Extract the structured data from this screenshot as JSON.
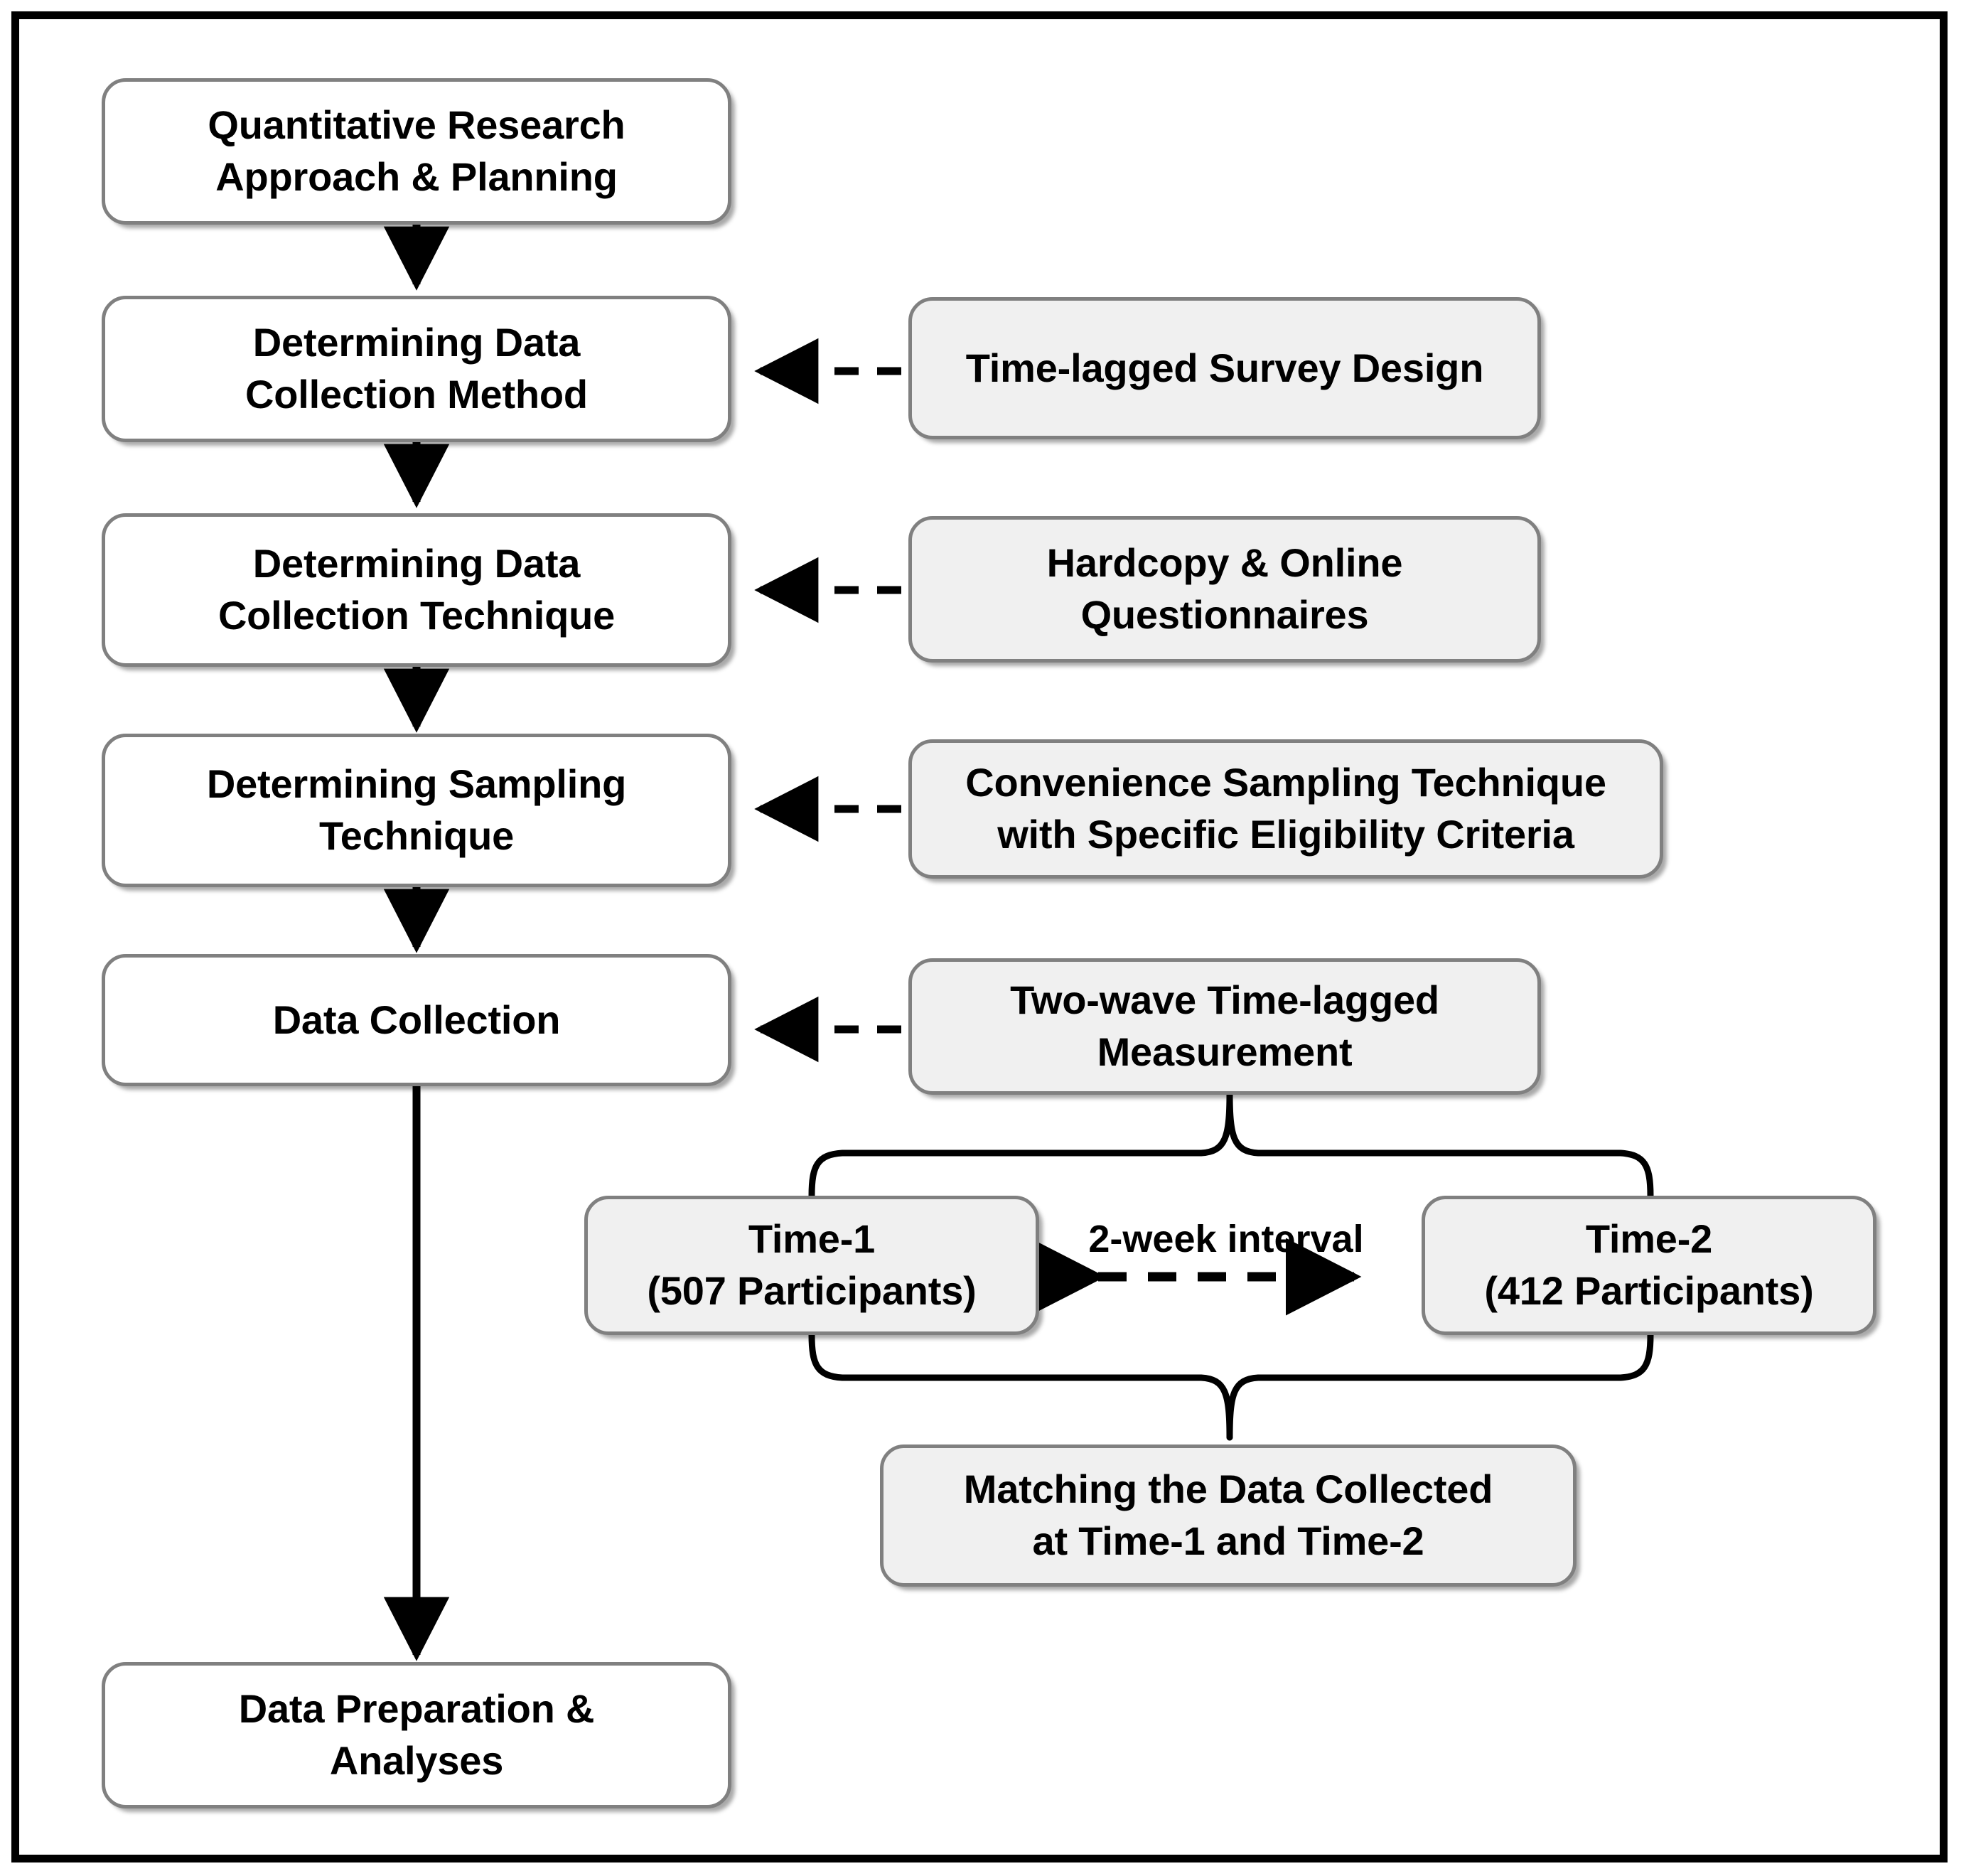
{
  "figure": {
    "type": "flowchart",
    "title": "Quantitative research data collection process flowchart",
    "border_color": "#000000",
    "node_border_color": "#808080",
    "note_fill": "#f0f0f0",
    "primary_fill": "#ffffff",
    "connector_color": "#000000"
  },
  "nodes": {
    "approach": {
      "label": "Quantitative Research\nApproach & Planning"
    },
    "method": {
      "label": "Determining Data\nCollection Method"
    },
    "technique": {
      "label": "Determining Data\nCollection Technique"
    },
    "sampling": {
      "label": "Determining Sampling\nTechnique"
    },
    "collection": {
      "label": "Data Collection"
    },
    "preparation": {
      "label": "Data Preparation &\nAnalyses"
    },
    "survey_design": {
      "label": "Time-lagged Survey Design"
    },
    "questionnaires": {
      "label": "Hardcopy & Online\nQuestionnaires"
    },
    "convenience": {
      "label": "Convenience Sampling Technique\nwith Specific Eligibility Criteria"
    },
    "two_wave": {
      "label": "Two-wave Time-lagged\nMeasurement"
    },
    "time1": {
      "label": "Time-1\n(507 Participants)"
    },
    "time2": {
      "label": "Time-2\n(412 Participants)"
    },
    "matching": {
      "label": "Matching the Data Collected\nat Time-1 and Time-2"
    }
  },
  "edge_labels": {
    "interval": "2-week interval"
  },
  "chart_data": {
    "type": "diagram",
    "title": "Quantitative Research Process",
    "steps": [
      "Quantitative Research Approach & Planning",
      "Determining Data Collection Method",
      "Determining Data Collection Technique",
      "Determining Sampling Technique",
      "Data Collection",
      "Data Preparation & Analyses"
    ],
    "annotations": [
      {
        "step": "Determining Data Collection Method",
        "note": "Time-lagged Survey Design"
      },
      {
        "step": "Determining Data Collection Technique",
        "note": "Hardcopy & Online Questionnaires"
      },
      {
        "step": "Determining Sampling Technique",
        "note": "Convenience Sampling Technique with Specific Eligibility Criteria"
      },
      {
        "step": "Data Collection",
        "note": "Two-wave Time-lagged Measurement"
      }
    ],
    "waves": [
      {
        "name": "Time-1",
        "participants": 507
      },
      {
        "name": "Time-2",
        "participants": 412
      }
    ],
    "wave_gap": "2-week interval",
    "merge_step": "Matching the Data Collected at Time-1 and Time-2"
  }
}
